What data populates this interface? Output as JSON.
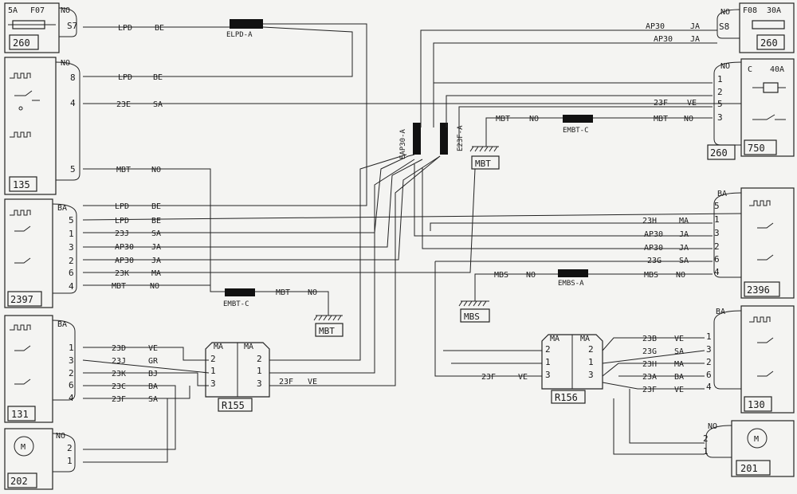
{
  "components": {
    "c260_left": {
      "id": "260",
      "fuse": "5A",
      "fuse_ref": "F07",
      "header": "NO",
      "pin": "S7"
    },
    "c135": {
      "id": "135",
      "header": "NO",
      "pins": [
        "8",
        "4",
        "5"
      ]
    },
    "c2397": {
      "id": "2397",
      "header": "BA",
      "pins": [
        "5",
        "5",
        "1",
        "3",
        "2",
        "6",
        "4"
      ]
    },
    "c131": {
      "id": "131",
      "header": "BA",
      "pins": [
        "1",
        "3",
        "2",
        "6",
        "4"
      ]
    },
    "c202": {
      "id": "202",
      "header": "NO",
      "pins": [
        "2",
        "1"
      ],
      "symbol": "M"
    },
    "c260_right": {
      "id": "260",
      "fuse": "30A",
      "fuse_ref": "F08",
      "header": "NO",
      "pin": "S8"
    },
    "c750": {
      "id": "750",
      "header": "NO",
      "rating": "40A",
      "pins": [
        "1",
        "2",
        "5",
        "3"
      ],
      "sub": "C",
      "ref": "260"
    },
    "c2396": {
      "id": "2396",
      "header": "BA",
      "pins": [
        "5",
        "1",
        "3",
        "2",
        "6",
        "4"
      ]
    },
    "c130": {
      "id": "130",
      "header": "BA",
      "pins": [
        "1",
        "3",
        "2",
        "6",
        "4"
      ]
    },
    "c201": {
      "id": "201",
      "header": "NO",
      "pins": [
        "2",
        "1"
      ],
      "symbol": "M"
    },
    "r155": {
      "id": "R155",
      "left_head": "MA",
      "right_head": "MA",
      "left_pins": [
        "2",
        "1",
        "3"
      ],
      "right_pins": [
        "2",
        "1",
        "3"
      ]
    },
    "r156": {
      "id": "R156",
      "left_head": "MA",
      "right_head": "MA",
      "left_pins": [
        "2",
        "1",
        "3"
      ],
      "right_pins": [
        "2",
        "1",
        "3"
      ]
    }
  },
  "connectors": {
    "elpd": "ELPD-A",
    "embt_c": "EMBT-C",
    "embt_c2": "EMBT-C",
    "embs": "EMBS-A",
    "eap30": "EAP30-A",
    "e23f": "E23F-A"
  },
  "grounds": {
    "mbt_center": "MBT",
    "mbt_lower": "MBT",
    "mbs": "MBS"
  },
  "wires": {
    "w1": [
      "LPD",
      "BE"
    ],
    "w2": [
      "LPD",
      "BE"
    ],
    "w3": [
      "23E",
      "SA"
    ],
    "w4": [
      "MBT",
      "NO"
    ],
    "w5": [
      "LPD",
      "BE"
    ],
    "w6": [
      "LPD",
      "BE"
    ],
    "w7": [
      "23J",
      "SA"
    ],
    "w8": [
      "AP30",
      "JA"
    ],
    "w9": [
      "AP30",
      "JA"
    ],
    "w10": [
      "23K",
      "MA"
    ],
    "w11": [
      "MBT",
      "NO"
    ],
    "w12": [
      "MBT",
      "NO"
    ],
    "w13": [
      "23D",
      "VE"
    ],
    "w14": [
      "23J",
      "GR"
    ],
    "w15": [
      "23K",
      "BJ"
    ],
    "w16": [
      "23C",
      "BA"
    ],
    "w17": [
      "23F",
      "SA"
    ],
    "w18": [
      "23F",
      "VE"
    ],
    "w19": [
      "AP30",
      "JA"
    ],
    "w20": [
      "AP30",
      "JA"
    ],
    "w21": [
      "23F",
      "VE"
    ],
    "w22": [
      "MBT",
      "NO"
    ],
    "w23": [
      "MBT",
      "NO"
    ],
    "w24": [
      "23H",
      "MA"
    ],
    "w25": [
      "AP30",
      "JA"
    ],
    "w26": [
      "AP30",
      "JA"
    ],
    "w27": [
      "23G",
      "SA"
    ],
    "w28": [
      "MBS",
      "NO"
    ],
    "w29": [
      "MBS",
      "NO"
    ],
    "w30": [
      "23B",
      "VE"
    ],
    "w31": [
      "23G",
      "SA"
    ],
    "w32": [
      "23H",
      "MA"
    ],
    "w33": [
      "23A",
      "BA"
    ],
    "w34": [
      "23F",
      "VE"
    ],
    "w35": [
      "23F",
      "VE"
    ]
  }
}
